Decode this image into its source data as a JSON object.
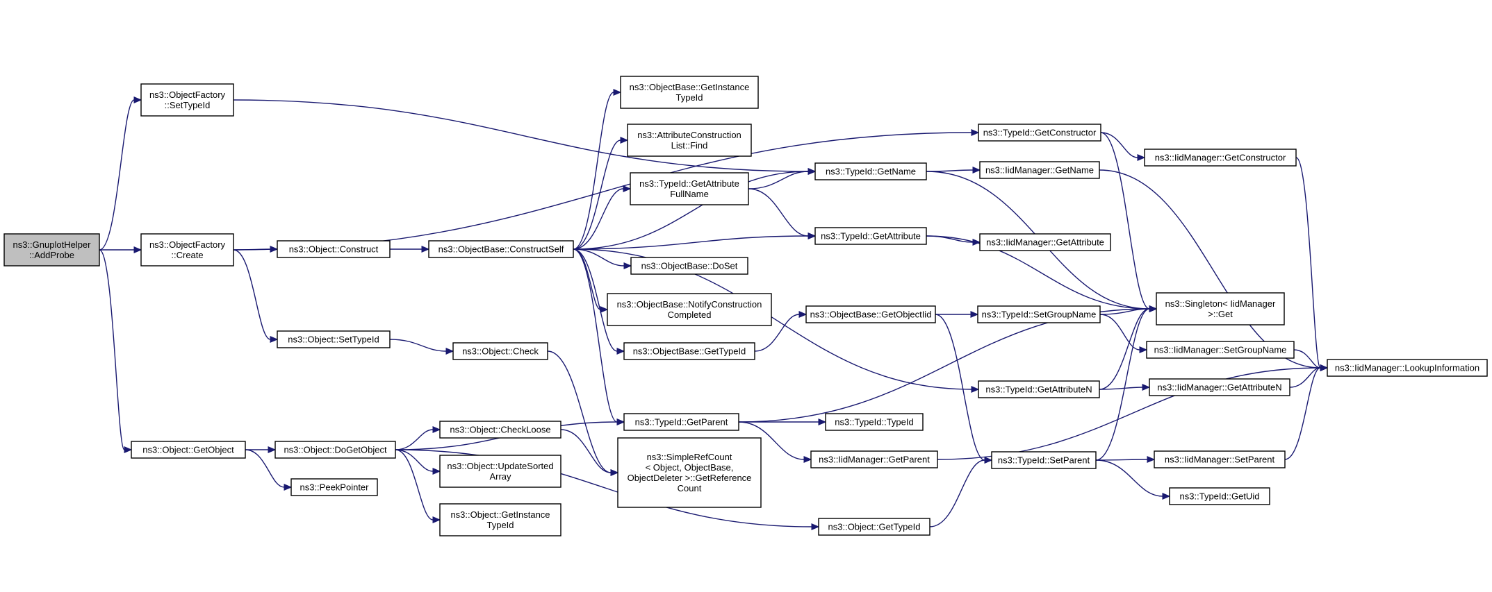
{
  "diagram": {
    "root_fill": "#bfbfbf",
    "node_fill": "#ffffff",
    "edge_color": "#191970",
    "nodes": [
      {
        "id": "n0",
        "label": [
          "ns3::GnuplotHelper",
          "::AddProbe"
        ],
        "root": true
      },
      {
        "id": "n1",
        "label": [
          "ns3::ObjectFactory",
          "::SetTypeId"
        ]
      },
      {
        "id": "n2",
        "label": [
          "ns3::ObjectFactory",
          "::Create"
        ]
      },
      {
        "id": "n3",
        "label": [
          "ns3::Object::GetObject"
        ]
      },
      {
        "id": "n4",
        "label": [
          "ns3::TypeId::GetName"
        ]
      },
      {
        "id": "n5",
        "label": [
          "ns3::TypeId::GetConstructor"
        ]
      },
      {
        "id": "n6",
        "label": [
          "ns3::Object::Construct"
        ]
      },
      {
        "id": "n7",
        "label": [
          "ns3::Object::SetTypeId"
        ]
      },
      {
        "id": "n8",
        "label": [
          "ns3::Object::DoGetObject"
        ]
      },
      {
        "id": "n9",
        "label": [
          "ns3::PeekPointer"
        ]
      },
      {
        "id": "n10",
        "label": [
          "ns3::ObjectBase::ConstructSelf"
        ]
      },
      {
        "id": "n11",
        "label": [
          "ns3::Object::Check"
        ]
      },
      {
        "id": "n12",
        "label": [
          "ns3::Object::CheckLoose"
        ]
      },
      {
        "id": "n13",
        "label": [
          "ns3::Object::UpdateSorted",
          "Array"
        ]
      },
      {
        "id": "n14",
        "label": [
          "ns3::Object::GetInstance",
          "TypeId"
        ]
      },
      {
        "id": "n15",
        "label": [
          "ns3::TypeId::GetParent"
        ]
      },
      {
        "id": "n16",
        "label": [
          "ns3::ObjectBase::GetInstance",
          "TypeId"
        ]
      },
      {
        "id": "n17",
        "label": [
          "ns3::AttributeConstruction",
          "List::Find"
        ]
      },
      {
        "id": "n18",
        "label": [
          "ns3::TypeId::GetAttribute",
          "FullName"
        ]
      },
      {
        "id": "n19",
        "label": [
          "ns3::ObjectBase::DoSet"
        ]
      },
      {
        "id": "n20",
        "label": [
          "ns3::ObjectBase::NotifyConstruction",
          "Completed"
        ]
      },
      {
        "id": "n21",
        "label": [
          "ns3::ObjectBase::GetTypeId"
        ]
      },
      {
        "id": "n22",
        "label": [
          "ns3::SimpleRefCount",
          "< Object, ObjectBase,",
          " ObjectDeleter >::GetReference",
          "Count"
        ]
      },
      {
        "id": "n23",
        "label": [
          "ns3::TypeId::GetAttribute"
        ]
      },
      {
        "id": "n24",
        "label": [
          "ns3::ObjectBase::GetObjectIid"
        ]
      },
      {
        "id": "n25",
        "label": [
          "ns3::TypeId::TypeId"
        ]
      },
      {
        "id": "n26",
        "label": [
          "ns3::IidManager::GetParent"
        ]
      },
      {
        "id": "n27",
        "label": [
          "ns3::Object::GetTypeId"
        ]
      },
      {
        "id": "n28",
        "label": [
          "ns3::IidManager::GetConstructor"
        ]
      },
      {
        "id": "n29",
        "label": [
          "ns3::IidManager::GetName"
        ]
      },
      {
        "id": "n30",
        "label": [
          "ns3::IidManager::GetAttribute"
        ]
      },
      {
        "id": "n31",
        "label": [
          "ns3::TypeId::SetGroupName"
        ]
      },
      {
        "id": "n32",
        "label": [
          "ns3::TypeId::GetAttributeN"
        ]
      },
      {
        "id": "n33",
        "label": [
          "ns3::TypeId::SetParent"
        ]
      },
      {
        "id": "n34",
        "label": [
          "ns3::Singleton< IidManager",
          " >::Get"
        ]
      },
      {
        "id": "n35",
        "label": [
          "ns3::IidManager::SetGroupName"
        ]
      },
      {
        "id": "n36",
        "label": [
          "ns3::IidManager::GetAttributeN"
        ]
      },
      {
        "id": "n37",
        "label": [
          "ns3::IidManager::SetParent"
        ]
      },
      {
        "id": "n38",
        "label": [
          "ns3::TypeId::GetUid"
        ]
      },
      {
        "id": "n39",
        "label": [
          "ns3::IidManager::LookupInformation"
        ]
      }
    ],
    "edges": [
      [
        "n0",
        "n1"
      ],
      [
        "n0",
        "n2"
      ],
      [
        "n0",
        "n3"
      ],
      [
        "n1",
        "n4"
      ],
      [
        "n2",
        "n5"
      ],
      [
        "n2",
        "n6"
      ],
      [
        "n2",
        "n7"
      ],
      [
        "n3",
        "n8"
      ],
      [
        "n3",
        "n9"
      ],
      [
        "n5",
        "n28"
      ],
      [
        "n5",
        "n34"
      ],
      [
        "n6",
        "n10"
      ],
      [
        "n7",
        "n11"
      ],
      [
        "n8",
        "n15"
      ],
      [
        "n8",
        "n12"
      ],
      [
        "n8",
        "n13"
      ],
      [
        "n8",
        "n14"
      ],
      [
        "n8",
        "n27"
      ],
      [
        "n10",
        "n4"
      ],
      [
        "n10",
        "n16"
      ],
      [
        "n10",
        "n17"
      ],
      [
        "n10",
        "n18"
      ],
      [
        "n10",
        "n23"
      ],
      [
        "n10",
        "n19"
      ],
      [
        "n10",
        "n20"
      ],
      [
        "n10",
        "n21"
      ],
      [
        "n10",
        "n15"
      ],
      [
        "n10",
        "n32"
      ],
      [
        "n11",
        "n22"
      ],
      [
        "n12",
        "n22"
      ],
      [
        "n18",
        "n4"
      ],
      [
        "n18",
        "n23"
      ],
      [
        "n4",
        "n29"
      ],
      [
        "n4",
        "n34"
      ],
      [
        "n23",
        "n30"
      ],
      [
        "n23",
        "n34"
      ],
      [
        "n21",
        "n24"
      ],
      [
        "n24",
        "n31"
      ],
      [
        "n24",
        "n33"
      ],
      [
        "n15",
        "n34"
      ],
      [
        "n15",
        "n25"
      ],
      [
        "n15",
        "n26"
      ],
      [
        "n26",
        "n39"
      ],
      [
        "n27",
        "n33"
      ],
      [
        "n28",
        "n39"
      ],
      [
        "n29",
        "n39"
      ],
      [
        "n31",
        "n34"
      ],
      [
        "n31",
        "n35"
      ],
      [
        "n32",
        "n34"
      ],
      [
        "n32",
        "n36"
      ],
      [
        "n33",
        "n34"
      ],
      [
        "n33",
        "n37"
      ],
      [
        "n33",
        "n38"
      ],
      [
        "n35",
        "n39"
      ],
      [
        "n36",
        "n39"
      ],
      [
        "n37",
        "n39"
      ]
    ]
  }
}
